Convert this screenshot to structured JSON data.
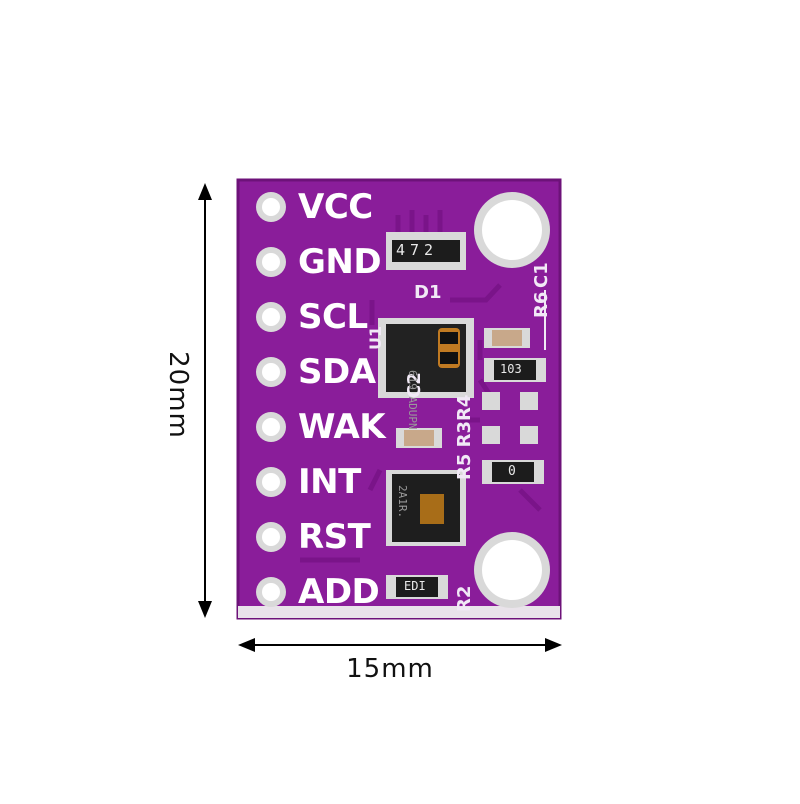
{
  "dimensions": {
    "height_label": "20mm",
    "width_label": "15mm"
  },
  "pins": [
    {
      "label": "VCC"
    },
    {
      "label": "GND"
    },
    {
      "label": "SCL"
    },
    {
      "label": "SDA"
    },
    {
      "label": "WAK"
    },
    {
      "label": "INT"
    },
    {
      "label": "RST"
    },
    {
      "label": "ADD"
    }
  ],
  "silkscreen": {
    "d1": "D1",
    "c2": "C2",
    "r6": "R6",
    "c1": "C1",
    "r5_r3_r4": "R5 R3R4",
    "r2": "R2",
    "u1": "U1"
  },
  "component_markings": {
    "resistor_array": "472",
    "resistor_103": "103",
    "resistor_0": "0",
    "resistor_edi": "EDI",
    "chip_main": "619 ADUPN",
    "chip_sensor": "2A1R."
  },
  "colors": {
    "pcb": "#8a1d9a",
    "pad": "#d7d7d7",
    "silk": "#f1e9f6"
  }
}
